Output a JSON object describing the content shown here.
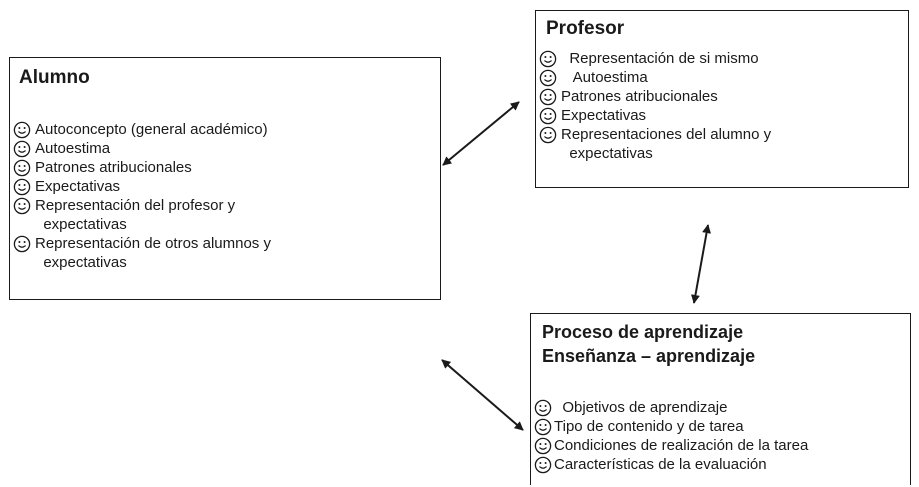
{
  "alumno": {
    "title": "Alumno",
    "items": [
      {
        "icon": "smiley-icon",
        "lines": [
          "Autoconcepto (general académico)"
        ]
      },
      {
        "icon": "smiley-icon",
        "lines": [
          "Autoestima"
        ]
      },
      {
        "icon": "smiley-icon",
        "lines": [
          "Patrones atribucionales"
        ]
      },
      {
        "icon": "smiley-icon",
        "lines": [
          "Expectativas"
        ]
      },
      {
        "icon": "smiley-icon",
        "lines": [
          "Representación del profesor y",
          "  expectativas"
        ]
      },
      {
        "icon": "smiley-icon",
        "lines": [
          "Representación de otros alumnos y",
          "  expectativas"
        ]
      }
    ]
  },
  "profesor": {
    "title": "Profesor",
    "items": [
      {
        "icon": "smiley-icon",
        "lines": [
          "  Representación de si mismo"
        ]
      },
      {
        "icon": "smiley-icon",
        "lines": [
          "   Autoestima"
        ]
      },
      {
        "icon": "smiley-icon",
        "lines": [
          "Patrones atribucionales"
        ]
      },
      {
        "icon": "smiley-icon",
        "lines": [
          "Expectativas"
        ]
      },
      {
        "icon": "smiley-icon",
        "lines": [
          "Representaciones del alumno y",
          "  expectativas"
        ]
      }
    ]
  },
  "proceso": {
    "title_line1": "Proceso de aprendizaje",
    "title_line2": "Enseñanza – aprendizaje",
    "items": [
      {
        "icon": "smiley-icon",
        "lines": [
          "  Objetivos de aprendizaje"
        ]
      },
      {
        "icon": "smiley-icon",
        "lines": [
          "Tipo de contenido y de tarea"
        ]
      },
      {
        "icon": "smiley-icon",
        "lines": [
          "Condiciones de realización de la tarea"
        ]
      },
      {
        "icon": "smiley-icon",
        "lines": [
          "Características de la evaluación"
        ]
      }
    ]
  },
  "connectors": [
    {
      "from": "alumno",
      "to": "profesor",
      "style": "double-arrow"
    },
    {
      "from": "profesor",
      "to": "proceso",
      "style": "double-arrow"
    },
    {
      "from": "alumno",
      "to": "proceso",
      "style": "double-arrow"
    }
  ],
  "colors": {
    "ink": "#1a1a1a",
    "background": "#ffffff"
  }
}
